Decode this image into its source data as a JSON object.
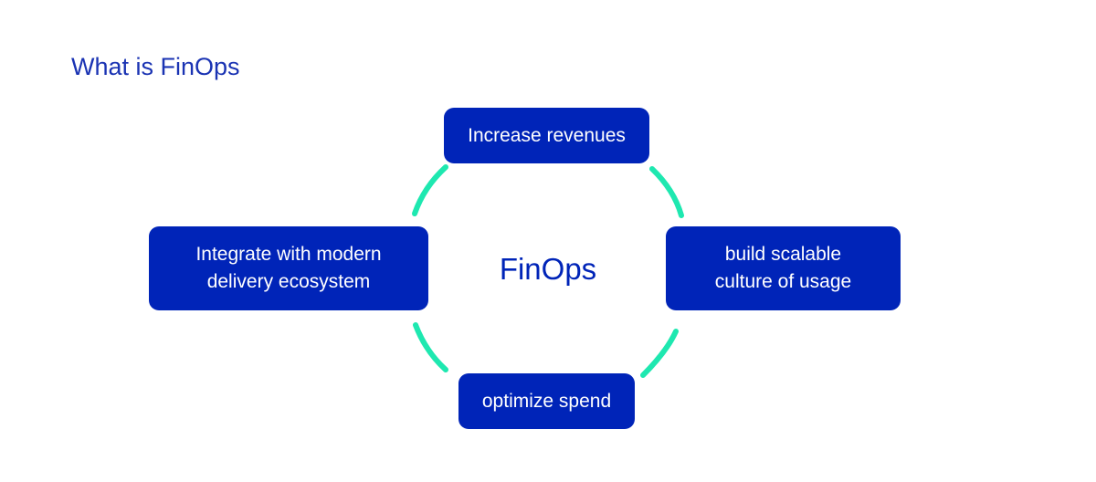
{
  "page": {
    "title": "What is FinOps"
  },
  "diagram": {
    "center": "FinOps",
    "nodes": {
      "top": "Increase revenues",
      "right": "build scalable\nculture of usage",
      "bottom": "optimize spend",
      "left": "Integrate with modern\ndelivery ecosystem"
    },
    "colors": {
      "node_fill": "#0024b8",
      "node_text": "#ffffff",
      "center_text": "#0024b8",
      "title_text": "#1a33b3",
      "ring_arcs": "#1ee8b0"
    }
  }
}
